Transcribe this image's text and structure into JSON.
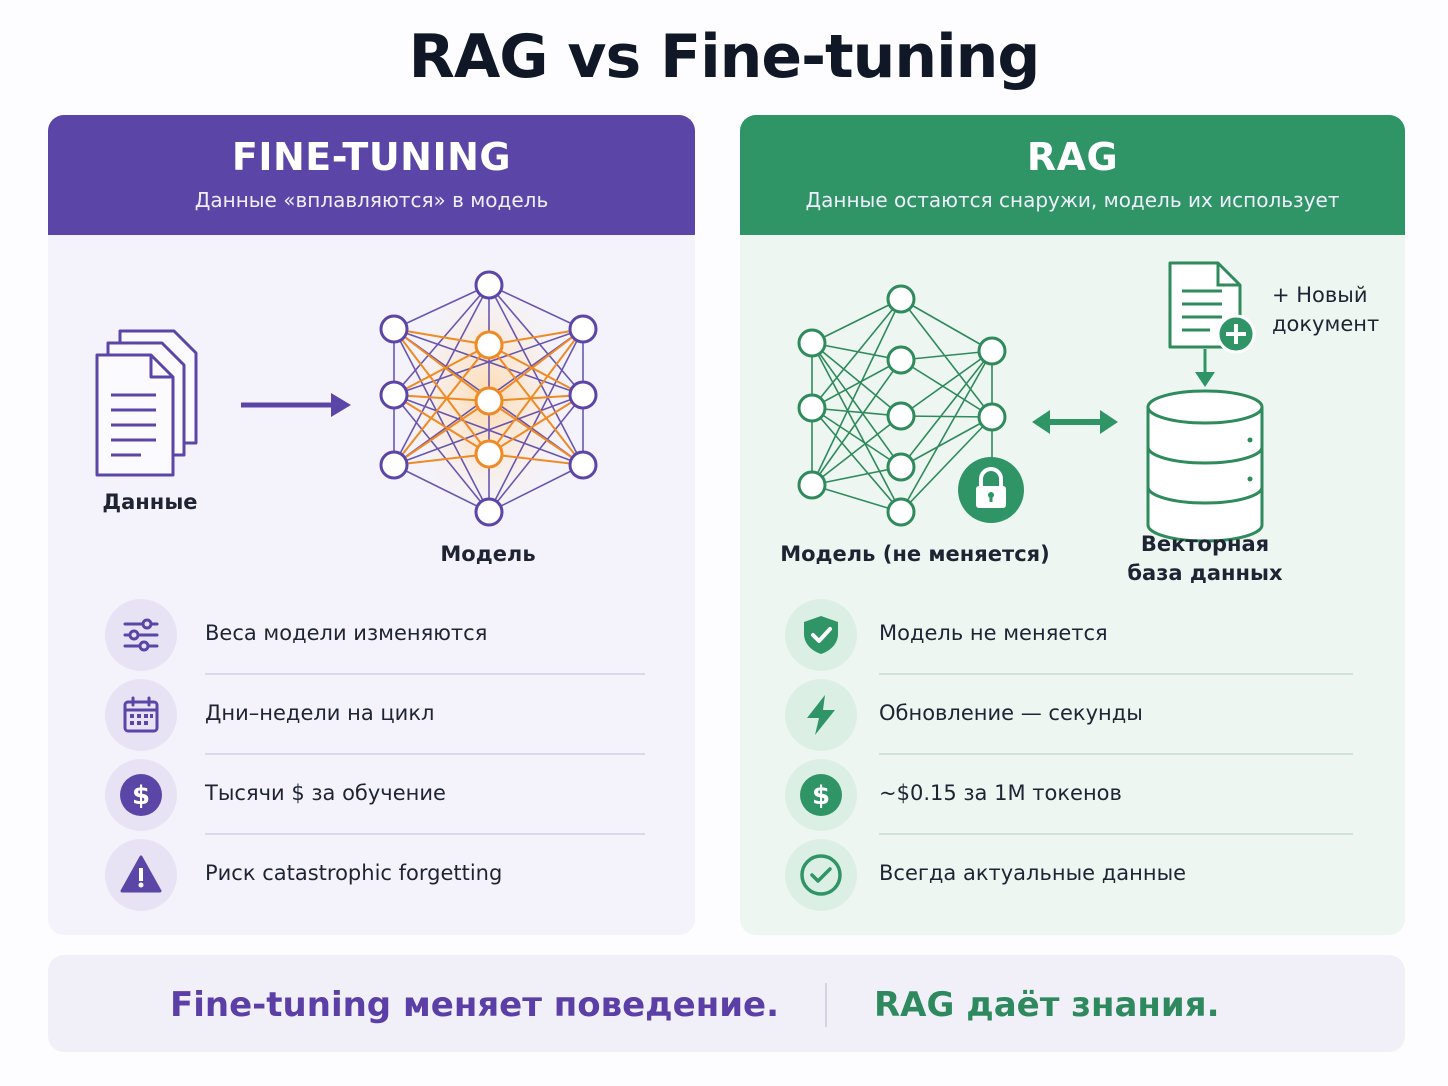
{
  "title": "RAG vs Fine-tuning",
  "fine_tuning": {
    "header": "FINE-TUNING",
    "subtitle": "Данные «вплавляются» в модель",
    "data_label": "Данные",
    "model_label": "Модель",
    "features": [
      {
        "icon": "sliders-icon",
        "text": "Веса модели изменяются"
      },
      {
        "icon": "calendar-icon",
        "text": "Дни–недели на цикл"
      },
      {
        "icon": "dollar-icon",
        "text": "Тысячи $ за обучение"
      },
      {
        "icon": "warning-icon",
        "text": "Риск catastrophic forgetting"
      }
    ],
    "colors": {
      "accent": "#5b46a8",
      "node_hot": "#f08a24"
    }
  },
  "rag": {
    "header": "RAG",
    "subtitle": "Данные остаются снаружи, модель их использует",
    "model_label": "Модель (не меняется)",
    "db_label_1": "Векторная",
    "db_label_2": "база данных",
    "new_doc_1": "+ Новый",
    "new_doc_2": "документ",
    "features": [
      {
        "icon": "shield-check-icon",
        "text": "Модель не меняется"
      },
      {
        "icon": "lightning-icon",
        "text": "Обновление — секунды"
      },
      {
        "icon": "dollar-icon",
        "text": "~$0.15 за 1M токенов"
      },
      {
        "icon": "check-circle-icon",
        "text": "Всегда актуальные данные"
      }
    ],
    "colors": {
      "accent": "#2f9566"
    }
  },
  "footer": {
    "left": "Fine-tuning меняет поведение.",
    "right": "RAG даёт знания."
  }
}
